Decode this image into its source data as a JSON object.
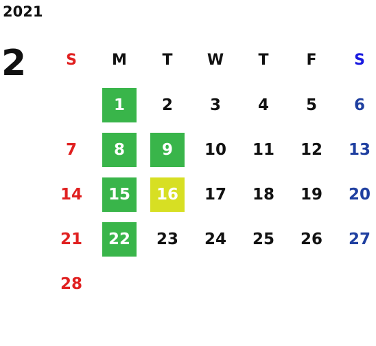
{
  "calendar": {
    "year": "2021",
    "month": "2",
    "weekdays": [
      "S",
      "M",
      "T",
      "W",
      "T",
      "F",
      "S"
    ],
    "weeks": [
      [
        "",
        "1",
        "2",
        "3",
        "4",
        "5",
        "6"
      ],
      [
        "7",
        "8",
        "9",
        "10",
        "11",
        "12",
        "13"
      ],
      [
        "14",
        "15",
        "16",
        "17",
        "18",
        "19",
        "20"
      ],
      [
        "21",
        "22",
        "23",
        "24",
        "25",
        "26",
        "27"
      ],
      [
        "28",
        "",
        "",
        "",
        "",
        "",
        ""
      ]
    ],
    "marked_days": [
      "1",
      "8",
      "9",
      "15",
      "22"
    ],
    "highlighted_day": "16",
    "colors": {
      "sunday": "#e02020",
      "saturday_header": "#1a1ae0",
      "saturday": "#1f3fa0",
      "marked": "#39b54a",
      "highlight": "#d7df23"
    }
  }
}
